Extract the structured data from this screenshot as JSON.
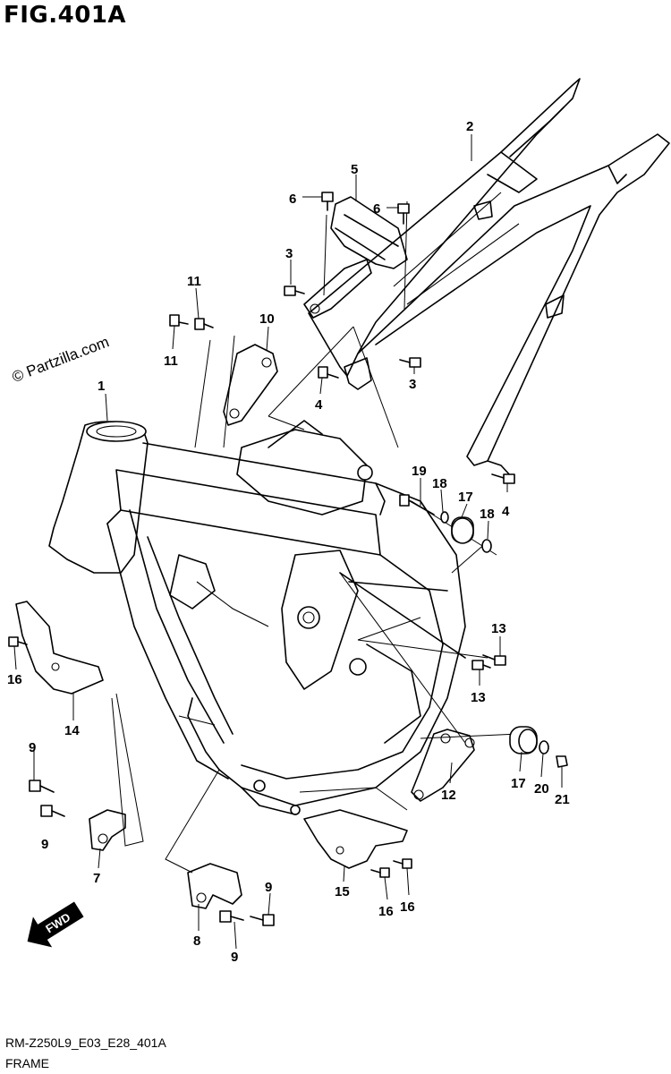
{
  "figure": {
    "title": "FIG.401A",
    "watermark": "© Partzilla.com",
    "diagram_code": "RM-Z250L9_E03_E28_401A",
    "section_name": "FRAME",
    "direction_arrow_label": "FWD"
  },
  "callouts": [
    {
      "id": "c1",
      "text": "1"
    },
    {
      "id": "c2",
      "text": "2"
    },
    {
      "id": "c3a",
      "text": "3"
    },
    {
      "id": "c3b",
      "text": "3"
    },
    {
      "id": "c4a",
      "text": "4"
    },
    {
      "id": "c4b",
      "text": "4"
    },
    {
      "id": "c5",
      "text": "5"
    },
    {
      "id": "c6a",
      "text": "6"
    },
    {
      "id": "c6b",
      "text": "6"
    },
    {
      "id": "c7",
      "text": "7"
    },
    {
      "id": "c8",
      "text": "8"
    },
    {
      "id": "c9a",
      "text": "9"
    },
    {
      "id": "c9b",
      "text": "9"
    },
    {
      "id": "c9c",
      "text": "9"
    },
    {
      "id": "c9d",
      "text": "9"
    },
    {
      "id": "c10",
      "text": "10"
    },
    {
      "id": "c11a",
      "text": "11"
    },
    {
      "id": "c11b",
      "text": "11"
    },
    {
      "id": "c12",
      "text": "12"
    },
    {
      "id": "c13a",
      "text": "13"
    },
    {
      "id": "c13b",
      "text": "13"
    },
    {
      "id": "c14",
      "text": "14"
    },
    {
      "id": "c15",
      "text": "15"
    },
    {
      "id": "c16a",
      "text": "16"
    },
    {
      "id": "c16b",
      "text": "16"
    },
    {
      "id": "c16c",
      "text": "16"
    },
    {
      "id": "c17a",
      "text": "17"
    },
    {
      "id": "c17b",
      "text": "17"
    },
    {
      "id": "c18a",
      "text": "18"
    },
    {
      "id": "c18b",
      "text": "18"
    },
    {
      "id": "c19",
      "text": "19"
    },
    {
      "id": "c20",
      "text": "20"
    },
    {
      "id": "c21",
      "text": "21"
    }
  ]
}
